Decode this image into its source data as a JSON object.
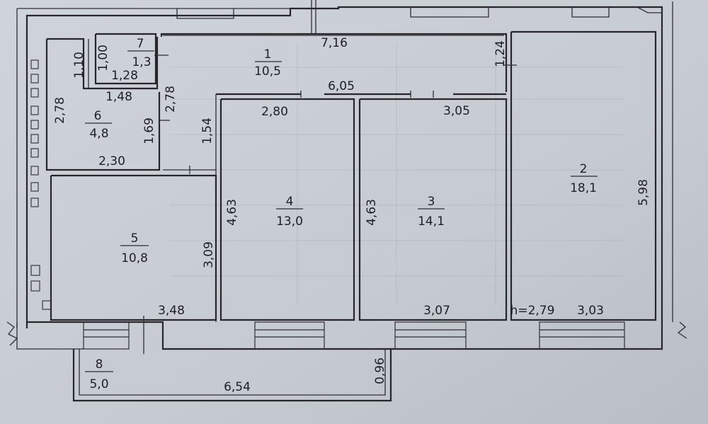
{
  "rooms": [
    {
      "id": "r1",
      "number": "1",
      "area": "10,5"
    },
    {
      "id": "r2",
      "number": "2",
      "area": "18,1"
    },
    {
      "id": "r3",
      "number": "3",
      "area": "14,1"
    },
    {
      "id": "r4",
      "number": "4",
      "area": "13,0"
    },
    {
      "id": "r5",
      "number": "5",
      "area": "10,8"
    },
    {
      "id": "r6",
      "number": "6",
      "area": "4,8"
    },
    {
      "id": "r7",
      "number": "7",
      "area": "1,3"
    },
    {
      "id": "r8",
      "number": "8",
      "area": "5,0"
    }
  ],
  "dimensions": [
    "7,16",
    "1,24",
    "1,10",
    "1,00",
    "1,28",
    "1,48",
    "2,78",
    "2,78",
    "6,05",
    "2,80",
    "3,05",
    "1,69",
    "1,54",
    "2,30",
    "4,63",
    "4,63",
    "5,98",
    "3,09",
    "3,48",
    "3,07",
    "h=2,79",
    "3,03",
    "0,96",
    "6,54"
  ]
}
